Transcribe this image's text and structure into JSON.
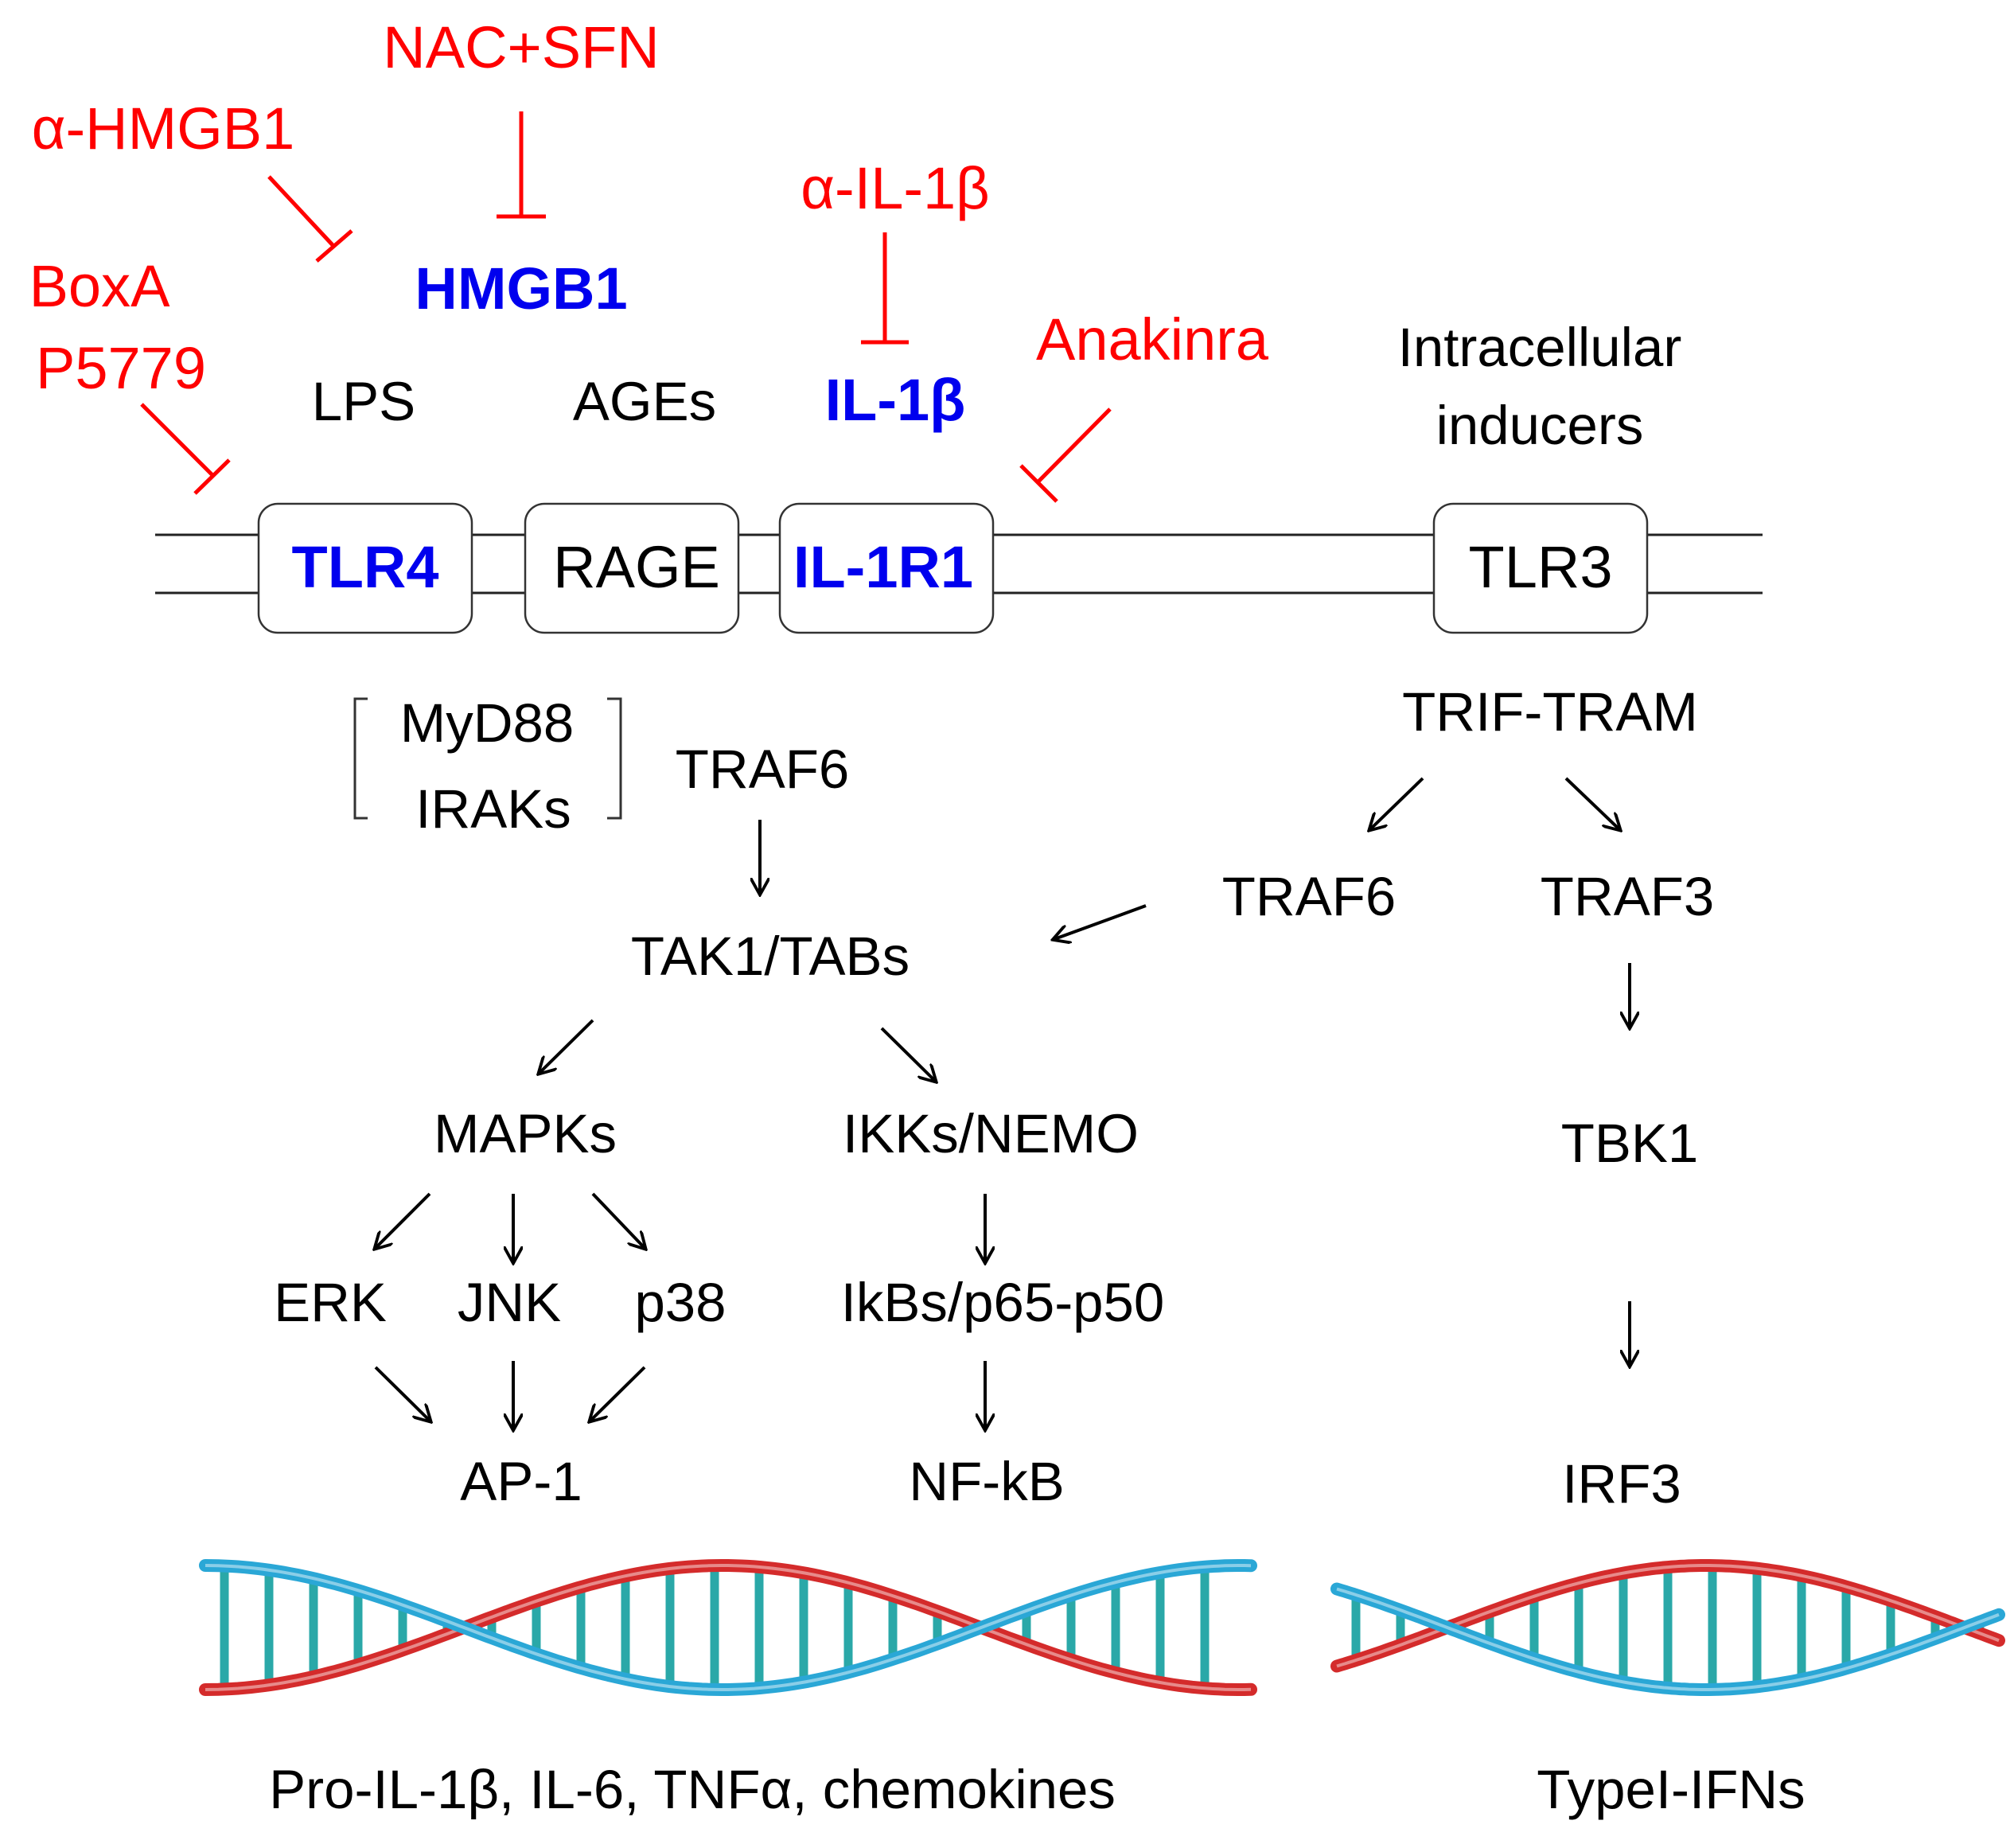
{
  "colors": {
    "inhibitor": "#ff0000",
    "key_molecule": "#0000ee",
    "text": "#000000",
    "dna_red": "#d42b2b",
    "dna_blue": "#2aa7d6",
    "dna_rung": "#2aa8a8"
  },
  "inhibitors": {
    "nac_sfn": "NAC+SFN",
    "anti_hmgb1": "α-HMGB1",
    "anti_il1b": "α-IL-1β",
    "boxa": "BoxA",
    "p5779": "P5779",
    "anakinra": "Anakinra"
  },
  "ligands": {
    "hmgb1": "HMGB1",
    "lps": "LPS",
    "ages": "AGEs",
    "il1b": "IL-1β",
    "intracellular_1": "Intracellular",
    "intracellular_2": "inducers"
  },
  "receptors": {
    "tlr4": "TLR4",
    "rage": "RAGE",
    "il1r1": "IL-1R1",
    "tlr3": "TLR3"
  },
  "myd88_pathway": {
    "myd88": "MyD88",
    "iraks": "IRAKs",
    "traf6": "TRAF6",
    "tak1": "TAK1/TABs",
    "mapks": "MAPKs",
    "ikks": "IKKs/NEMO",
    "erk": "ERK",
    "jnk": "JNK",
    "p38": "p38",
    "ikbs": "IkBs/p65-p50",
    "ap1": "AP-1",
    "nfkb": "NF-kB"
  },
  "trif_pathway": {
    "trif": "TRIF-TRAM",
    "traf6": "TRAF6",
    "traf3": "TRAF3",
    "tbk1": "TBK1",
    "irf3": "IRF3"
  },
  "outputs": {
    "left": "Pro-IL-1β, IL-6, TNFα, chemokines",
    "right": "TypeI-IFNs"
  }
}
